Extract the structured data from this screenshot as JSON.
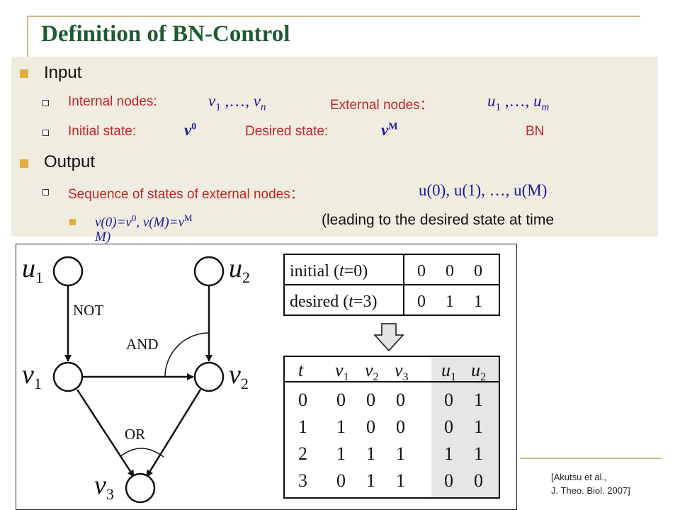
{
  "title": "Definition of BN-Control",
  "input": {
    "heading": "Input",
    "internal_label": "Internal nodes:",
    "internal_v": "v",
    "internal_1": "1",
    "internal_sep": " ,…, ",
    "internal_n": "n",
    "external_label": "External nodes：",
    "external_u": "u",
    "external_1": "1",
    "external_sep": " ,…, ",
    "external_m": "m",
    "initial_label": "Initial state:",
    "initial_v": "v",
    "initial_sup": "0",
    "desired_label": "Desired state:",
    "desired_v": "v",
    "desired_sup": "M",
    "bn_label": "BN"
  },
  "output": {
    "heading": "Output",
    "sequence_label": "Sequence of states of external nodes：",
    "sequence_math": "u(0), u(1), …, u(M)",
    "condition_a": "v(0)=v",
    "condition_a_sup": "0",
    "condition_b": ", v(M)=v",
    "condition_b_sup": "M",
    "note": "(leading to the desired state at time",
    "note_cont": "M)"
  },
  "network": {
    "nodes": {
      "u1": {
        "letter": "u",
        "sub": "1"
      },
      "u2": {
        "letter": "u",
        "sub": "2"
      },
      "v1": {
        "letter": "v",
        "sub": "1"
      },
      "v2": {
        "letter": "v",
        "sub": "2"
      },
      "v3": {
        "letter": "v",
        "sub": "3"
      }
    },
    "gates": {
      "not": "NOT",
      "and": "AND",
      "or": "OR"
    }
  },
  "state_table": {
    "initial_label": "initial (",
    "initial_t": "t",
    "initial_eq": "=0)",
    "initial_values": [
      "0",
      "0",
      "0"
    ],
    "desired_label": "desired (",
    "desired_t": "t",
    "desired_eq": "=3)",
    "desired_values": [
      "0",
      "1",
      "1"
    ]
  },
  "result_table": {
    "header_t": "t",
    "header_v": "v",
    "header_u": "u",
    "v_subs": [
      "1",
      "2",
      "3"
    ],
    "u_subs": [
      "1",
      "2"
    ],
    "rows": [
      {
        "t": "0",
        "v": [
          "0",
          "0",
          "0"
        ],
        "u": [
          "0",
          "1"
        ]
      },
      {
        "t": "1",
        "v": [
          "1",
          "0",
          "0"
        ],
        "u": [
          "0",
          "1"
        ]
      },
      {
        "t": "2",
        "v": [
          "1",
          "1",
          "1"
        ],
        "u": [
          "1",
          "1"
        ]
      },
      {
        "t": "3",
        "v": [
          "0",
          "1",
          "1"
        ],
        "u": [
          "0",
          "0"
        ]
      }
    ]
  },
  "citation": {
    "line1": "[Akutsu et al.,",
    "line2": " J. Theo. Biol. 2007]"
  },
  "colors": {
    "title": "#1e5a32",
    "panel_bg": "#f1ece0",
    "bullet": "#e0b040",
    "sub_text": "#c0262a",
    "math": "#1a1aa0"
  }
}
